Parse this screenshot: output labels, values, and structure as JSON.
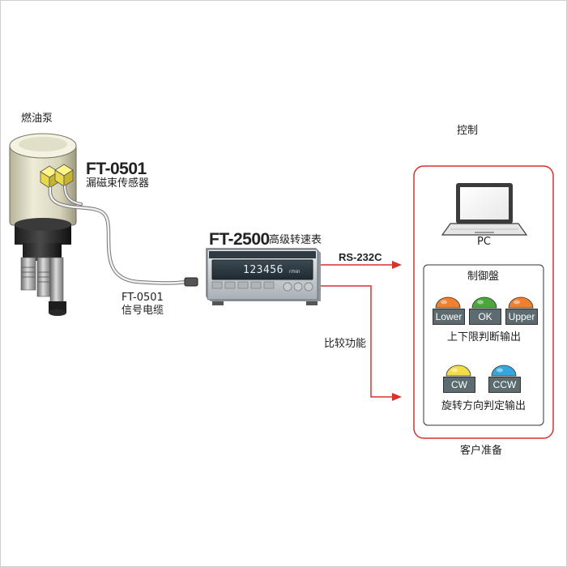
{
  "colors": {
    "arrow_red": "#d8322d",
    "panel_border": "#d8322d",
    "lamp_orange": "#ef8030",
    "lamp_green": "#49a83a",
    "lamp_yellow": "#f2dd48",
    "lamp_blue": "#35a7df",
    "label_box": "#5b6b70"
  },
  "sensor": {
    "fuel_pump_label": "燃油泵",
    "model": "FT-0501",
    "description": "漏磁束传感器",
    "cable_model": "FT-0501",
    "cable_label": "信号电缆"
  },
  "meter": {
    "model": "FT-2500",
    "description": "高级转速表",
    "display_value": "123456",
    "display_unit": "r/min"
  },
  "connections": {
    "rs232c": "RS-232C",
    "compare_function": "比较功能"
  },
  "customer": {
    "control_label": "控制",
    "pc_label": "PC",
    "panel_title": "制御盤",
    "limit_buttons": [
      {
        "label": "Lower",
        "color": "#ef8030"
      },
      {
        "label": "OK",
        "color": "#49a83a"
      },
      {
        "label": "Upper",
        "color": "#ef8030"
      }
    ],
    "limit_caption": "上下限判断输出",
    "direction_buttons": [
      {
        "label": "CW",
        "color": "#f2dd48"
      },
      {
        "label": "CCW",
        "color": "#35a7df"
      }
    ],
    "direction_caption": "旋转方向判定输出",
    "prep_label": "客户准备"
  }
}
